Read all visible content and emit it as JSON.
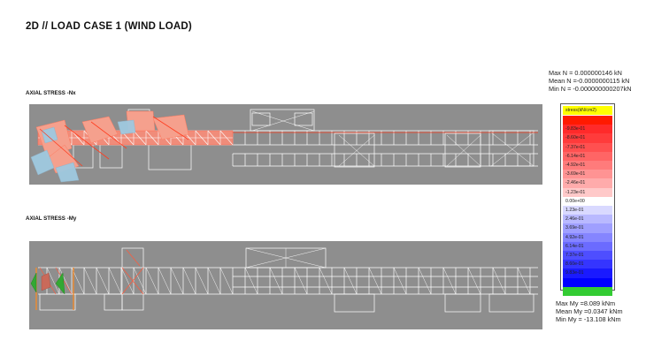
{
  "page": {
    "title": "2D // LOAD CASE 1 (WIND LOAD)"
  },
  "top_panel": {
    "label": "AXIAL STRESS -Nx"
  },
  "bottom_panel": {
    "label": "AXIAL STRESS -My"
  },
  "nx_stats": {
    "max": "Max N = 0.000000146 kN",
    "mean": "Mean N =-0.0000000115 kN",
    "min": "Min N = -0.000000000207kN"
  },
  "my_stats": {
    "max": "Max My =8.089 kNm",
    "mean": "Mean My =0.0347 kNm",
    "min": "Min My = -13.108 kNm"
  },
  "legend": {
    "header": "stress(kN/cm2)",
    "header_color": "#ffff00",
    "rows": [
      {
        "label": "",
        "color": "#ff1a00"
      },
      {
        "label": "-9.83e-01",
        "color": "#ff2a2a"
      },
      {
        "label": "-8.60e-01",
        "color": "#ff3b3b"
      },
      {
        "label": "-7.37e-01",
        "color": "#ff5050"
      },
      {
        "label": "-6.14e-01",
        "color": "#ff6565"
      },
      {
        "label": "-4.92e-01",
        "color": "#ff7b7b"
      },
      {
        "label": "-3.69e-01",
        "color": "#ff9393"
      },
      {
        "label": "-2.46e-01",
        "color": "#ffabab"
      },
      {
        "label": "-1.23e-01",
        "color": "#ffc9c9"
      },
      {
        "label": "0.00e+00",
        "color": "#ffffff"
      },
      {
        "label": "1.23e-01",
        "color": "#d9d9ff"
      },
      {
        "label": "2.46e-01",
        "color": "#b9b9ff"
      },
      {
        "label": "3.69e-01",
        "color": "#9f9fff"
      },
      {
        "label": "4.92e-01",
        "color": "#8585ff"
      },
      {
        "label": "6.14e-01",
        "color": "#6b6bff"
      },
      {
        "label": "7.37e-01",
        "color": "#4e4eff"
      },
      {
        "label": "8.60e-01",
        "color": "#3535ff"
      },
      {
        "label": "9.83e-01",
        "color": "#1a1aff"
      },
      {
        "label": "",
        "color": "#0000ff"
      },
      {
        "label": "",
        "color": "#33cc33"
      }
    ]
  }
}
